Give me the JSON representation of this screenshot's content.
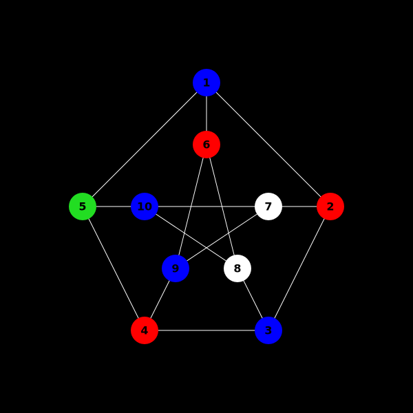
{
  "graph": {
    "background": "#000000",
    "edge_color": "#ffffff",
    "label_color": "#000000",
    "palette": {
      "blue": "#0000ff",
      "red": "#ff0000",
      "green": "#22dd22",
      "white": "#ffffff"
    },
    "nodes": [
      {
        "id": "1",
        "label": "1",
        "color": "blue"
      },
      {
        "id": "2",
        "label": "2",
        "color": "red"
      },
      {
        "id": "3",
        "label": "3",
        "color": "blue"
      },
      {
        "id": "4",
        "label": "4",
        "color": "red"
      },
      {
        "id": "5",
        "label": "5",
        "color": "green"
      },
      {
        "id": "6",
        "label": "6",
        "color": "red"
      },
      {
        "id": "7",
        "label": "7",
        "color": "white"
      },
      {
        "id": "8",
        "label": "8",
        "color": "white"
      },
      {
        "id": "9",
        "label": "9",
        "color": "blue"
      },
      {
        "id": "10",
        "label": "10",
        "color": "blue"
      }
    ],
    "edges": [
      [
        "1",
        "2"
      ],
      [
        "2",
        "3"
      ],
      [
        "3",
        "4"
      ],
      [
        "4",
        "5"
      ],
      [
        "5",
        "1"
      ],
      [
        "1",
        "6"
      ],
      [
        "2",
        "7"
      ],
      [
        "3",
        "8"
      ],
      [
        "4",
        "9"
      ],
      [
        "5",
        "10"
      ],
      [
        "6",
        "8"
      ],
      [
        "8",
        "10"
      ],
      [
        "10",
        "7"
      ],
      [
        "7",
        "9"
      ],
      [
        "9",
        "6"
      ]
    ]
  }
}
